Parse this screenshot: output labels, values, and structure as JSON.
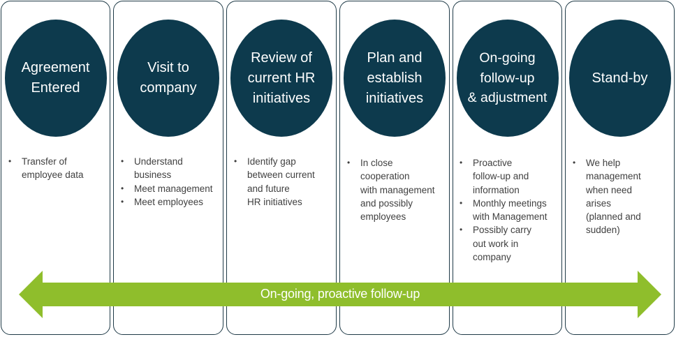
{
  "colors": {
    "circle": "#0d3a4d",
    "arrow": "#8fbe2c",
    "border": "#1f3a47",
    "bullet_text": "#404040"
  },
  "stages": [
    {
      "title": "Agreement\nEntered",
      "bullets": [
        "Transfer of\nemployee data"
      ]
    },
    {
      "title": "Visit to\ncompany",
      "bullets": [
        "Understand\nbusiness",
        "Meet management",
        "Meet employees"
      ]
    },
    {
      "title": "Review of\ncurrent HR\ninitiatives",
      "bullets": [
        "Identify gap\nbetween current\nand future\nHR initiatives"
      ]
    },
    {
      "title": "Plan and\nestablish\ninitiatives",
      "bullets": [
        "In close\ncooperation\nwith management\nand possibly\nemployees"
      ]
    },
    {
      "title": "On-going\nfollow-up\n& adjustment",
      "bullets": [
        "Proactive\nfollow-up and\ninformation",
        "Monthly meetings\nwith Management",
        "Possibly carry\nout work in\ncompany"
      ]
    },
    {
      "title": "Stand-by",
      "bullets": [
        "We help\nmanagement\nwhen need\narises\n(planned and\nsudden)"
      ]
    }
  ],
  "arrow": {
    "label": "On-going, proactive follow-up"
  }
}
